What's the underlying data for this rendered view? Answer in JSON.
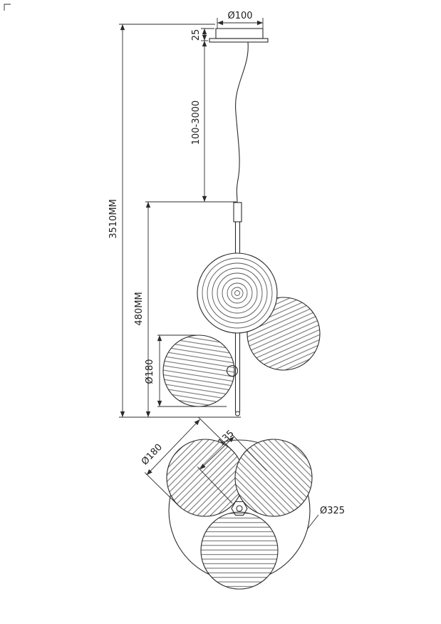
{
  "colors": {
    "line": "#2b2b2b",
    "rib": "#565656",
    "background": "#ffffff"
  },
  "drawing": {
    "kind": "technical dimension drawing of a three-shade ribbed pendant lamp, side elevation and bottom plan view",
    "dimensions": {
      "canopy_diameter": "Ø100",
      "canopy_height": "25",
      "cable_length_range": "100-3000",
      "overall_height": "3510MM",
      "fixture_height": "480MM",
      "shade_diameter_side": "Ø180",
      "shade_diameter_plan": "Ø180",
      "shade_center_distance": "135",
      "cluster_diameter": "Ø325"
    }
  }
}
